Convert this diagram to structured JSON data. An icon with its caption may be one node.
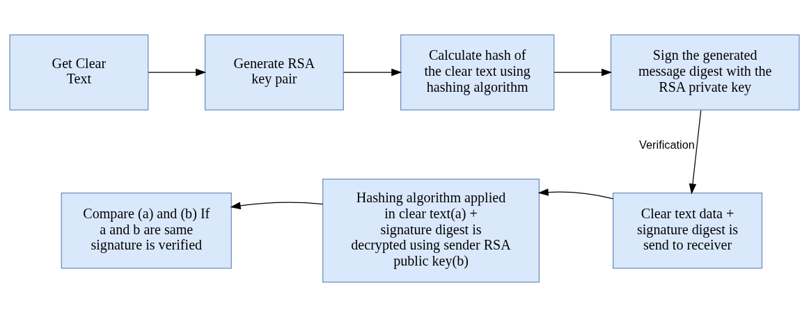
{
  "diagram": {
    "nodes": [
      {
        "text": [
          "Get Clear Text"
        ]
      },
      {
        "text": [
          "Generate RSA key pair"
        ]
      },
      {
        "text": [
          "Calculate hash of the clear text using hashing algorithm"
        ]
      },
      {
        "text": [
          "Sign the generated message digest with the RSA private key"
        ]
      },
      {
        "text": [
          "Clear text data + signature digest is send to receiver"
        ]
      },
      {
        "text": [
          "Hashing algorithm applied in clear text(a) + signature digest is decrypted using sender RSA public key(b)"
        ]
      },
      {
        "text": [
          "Compare (a) and (b) If a and b are same signature is verified"
        ]
      }
    ],
    "edges": [
      {
        "from": 0,
        "to": 1,
        "arrow": "to"
      },
      {
        "from": 1,
        "to": 2,
        "arrow": "to"
      },
      {
        "from": 2,
        "to": 3,
        "arrow": "to"
      },
      {
        "from": 3,
        "to": 4,
        "arrow": "to",
        "label": "Verification"
      },
      {
        "from": 4,
        "to": 5,
        "arrow": "to"
      },
      {
        "from": 5,
        "to": 6,
        "arrow": "to"
      }
    ]
  }
}
